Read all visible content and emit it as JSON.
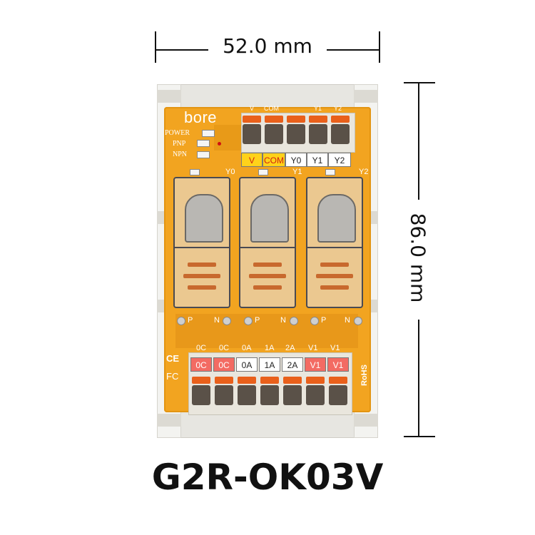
{
  "dimensions": {
    "width_label": "52.0 mm",
    "height_label": "86.0 mm"
  },
  "board": {
    "brand": "bore",
    "led_labels": [
      "POWER",
      "PNP",
      "NPN"
    ],
    "top_terminals": {
      "silk": [
        "V",
        "COM",
        "",
        "Y1",
        "Y2"
      ],
      "labels": [
        {
          "text": "V",
          "style": "yellow"
        },
        {
          "text": "COM",
          "style": "yellow"
        },
        {
          "text": "Y0",
          "style": "white"
        },
        {
          "text": "Y1",
          "style": "white"
        },
        {
          "text": "Y2",
          "style": "white"
        }
      ]
    },
    "relay_labels": [
      "Y0",
      "Y1",
      "Y2"
    ],
    "pn_labels": [
      "P",
      "N",
      "P",
      "N",
      "P",
      "N"
    ],
    "bottom_terminals": {
      "silk": [
        "0C",
        "0C",
        "0A",
        "1A",
        "2A",
        "V1",
        "V1"
      ],
      "labels": [
        {
          "text": "0C",
          "style": "red"
        },
        {
          "text": "0C",
          "style": "red"
        },
        {
          "text": "0A",
          "style": "white"
        },
        {
          "text": "1A",
          "style": "white"
        },
        {
          "text": "2A",
          "style": "white"
        },
        {
          "text": "V1",
          "style": "red"
        },
        {
          "text": "V1",
          "style": "red"
        }
      ]
    },
    "certifications": [
      "CE",
      "FC",
      "RoHS"
    ]
  },
  "model": "G2R-OK03V",
  "colors": {
    "pcb": "#f2a420",
    "lever": "#e9601b",
    "label_yellow": "#ffd21a",
    "label_red": "#f36b63"
  }
}
